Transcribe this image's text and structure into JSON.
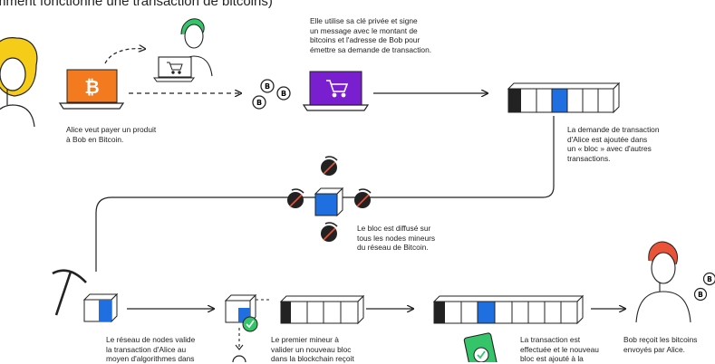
{
  "title": "mment fonctionne une transaction de bitcoins)",
  "captions": {
    "alice_wants": "Alice veut payer un produit\nà Bob en Bitcoin.",
    "alice_signs": "Elle utilise sa clé privée et signe\nun message avec le montant de\nbitcoins et l'adresse de Bob pour\némettre sa demande de transaction.",
    "block_added": "La demande de transaction\nd'Alice est ajoutée dans\nun « bloc » avec d'autres\ntransactions.",
    "block_broadcast": "Le bloc est diffusé sur\ntous les nodes mineurs\ndu réseau de Bitcoin.",
    "network_validates": "Le réseau de nodes valide\nla transaction d'Alice au\nmoyen d'algorithmes dans",
    "first_miner": "Le premier mineur à\nvalider un nouveau bloc\ndans la blockchain reçoit",
    "transaction_done": "La transaction est\neffectuée et le nouveau\nbloc est ajouté à la",
    "bob_receives": "Bob reçoit les bitcoins\nenvoyés par Alice."
  },
  "icons": {
    "bitcoin_symbol": "₿",
    "coin_symbol": "B"
  },
  "colors": {
    "orange": "#f47a1f",
    "purple": "#7a1fd0",
    "blue": "#1f6fe0",
    "yellow": "#f5cc17",
    "green": "#35c46a",
    "red": "#e8533a",
    "ink": "#222222"
  }
}
